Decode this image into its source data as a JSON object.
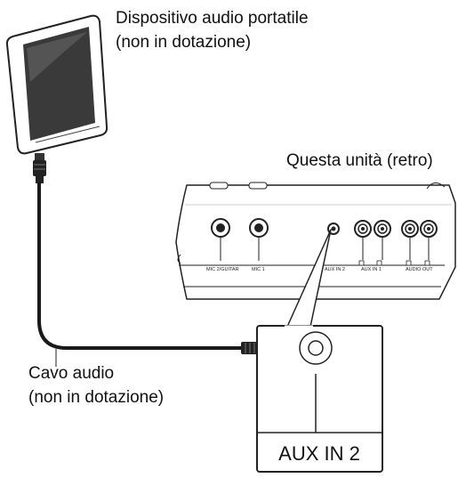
{
  "labels": {
    "device_line1": "Dispositivo audio portatile",
    "device_line2": "(non in dotazione)",
    "unit": "Questa unità (retro)",
    "cable_line1": "Cavo audio",
    "cable_line2": "(non in dotazione)"
  },
  "panel": {
    "mic2": "MIC 2/GUITAR",
    "mic1": "MIC 1",
    "aux2": "AUX IN 2",
    "aux1": "AUX IN 1",
    "audio_out": "AUDIO OUT"
  },
  "callout": {
    "label": "AUX IN 2"
  }
}
